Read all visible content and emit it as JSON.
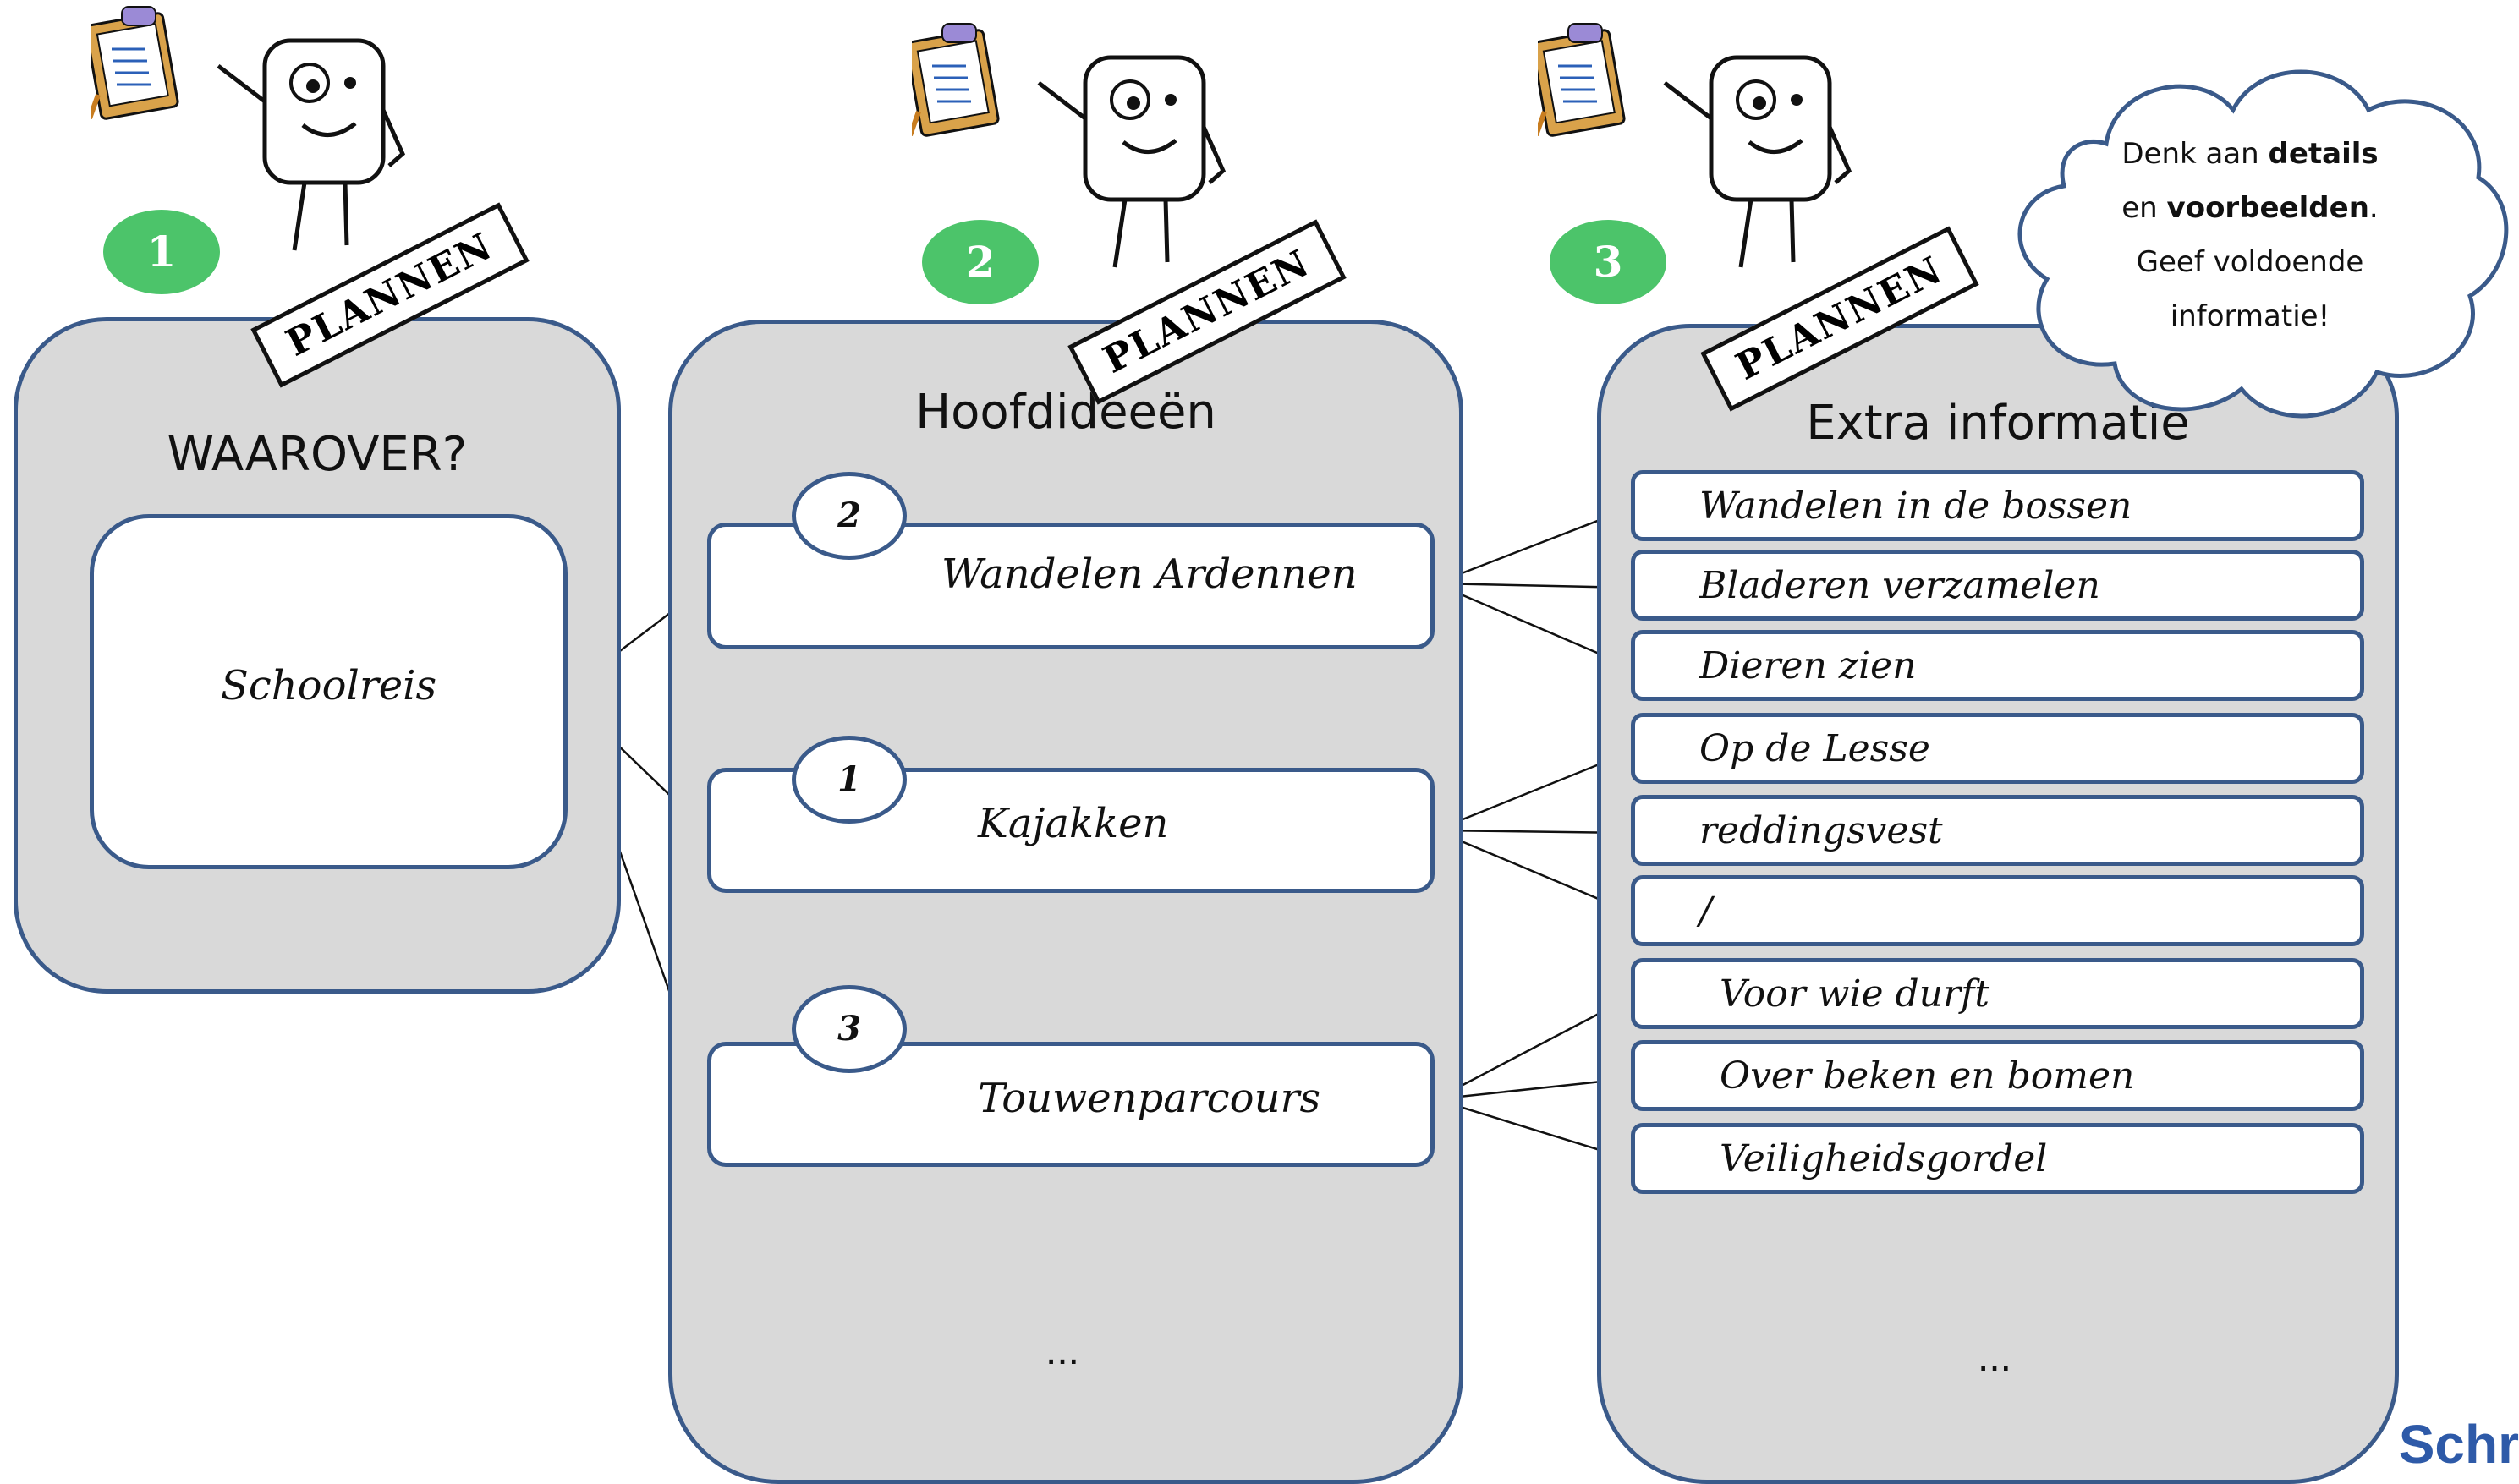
{
  "columns": [
    {
      "badge": "1",
      "sign": "PLANNEN",
      "title": "WAAROVER?"
    },
    {
      "badge": "2",
      "sign": "PLANNEN",
      "title": "Hoofdideeën"
    },
    {
      "badge": "3",
      "sign": "PLANNEN",
      "title": "Extra informatie"
    }
  ],
  "topic": "Schoolreis",
  "ideas": [
    {
      "number": "2",
      "label": "Wandelen Ardennen"
    },
    {
      "number": "1",
      "label": "Kajakken"
    },
    {
      "number": "3",
      "label": "Touwenparcours"
    }
  ],
  "ideas_more": "...",
  "extra_items": [
    "Wandelen in de bossen",
    "Bladeren verzamelen",
    "Dieren zien",
    "Op de Lesse",
    "reddingsvest",
    "/",
    "Voor wie durft",
    "Over beken en bomen",
    "Veiligheidsgordel"
  ],
  "extra_more": "...",
  "cloud": {
    "line1_prefix": "Denk aan ",
    "line1_bold": "details",
    "line2_prefix": "en ",
    "line2_bold": "voorbeelden",
    "line2_suffix": ".",
    "line3": "Geef voldoende",
    "line4": "informatie!"
  },
  "corner_text": "Schr",
  "colors": {
    "panel": "#d9d9d9",
    "border": "#3a5a8a",
    "badge": "#4cc46a",
    "corner_text": "#2e5aa8"
  }
}
